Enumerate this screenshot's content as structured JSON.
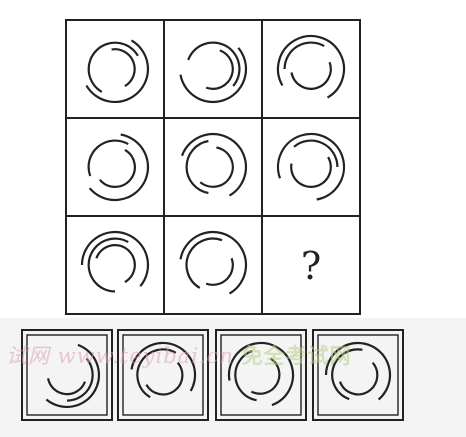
{
  "puzzle": {
    "question_mark": "?",
    "grid": [
      [
        "arcs-var-a",
        "arcs-var-b",
        "arcs-var-c"
      ],
      [
        "arcs-var-d",
        "arcs-var-e",
        "arcs-var-f"
      ],
      [
        "arcs-var-g",
        "arcs-var-h",
        "question-mark"
      ]
    ],
    "options": [
      "arcs-opt-1",
      "arcs-opt-2",
      "arcs-opt-3",
      "arcs-opt-4"
    ],
    "stroke_color": "#222222"
  },
  "watermark": {
    "text_left": "试网 www.teyibai.cn",
    "text_right": "免全考试网"
  }
}
